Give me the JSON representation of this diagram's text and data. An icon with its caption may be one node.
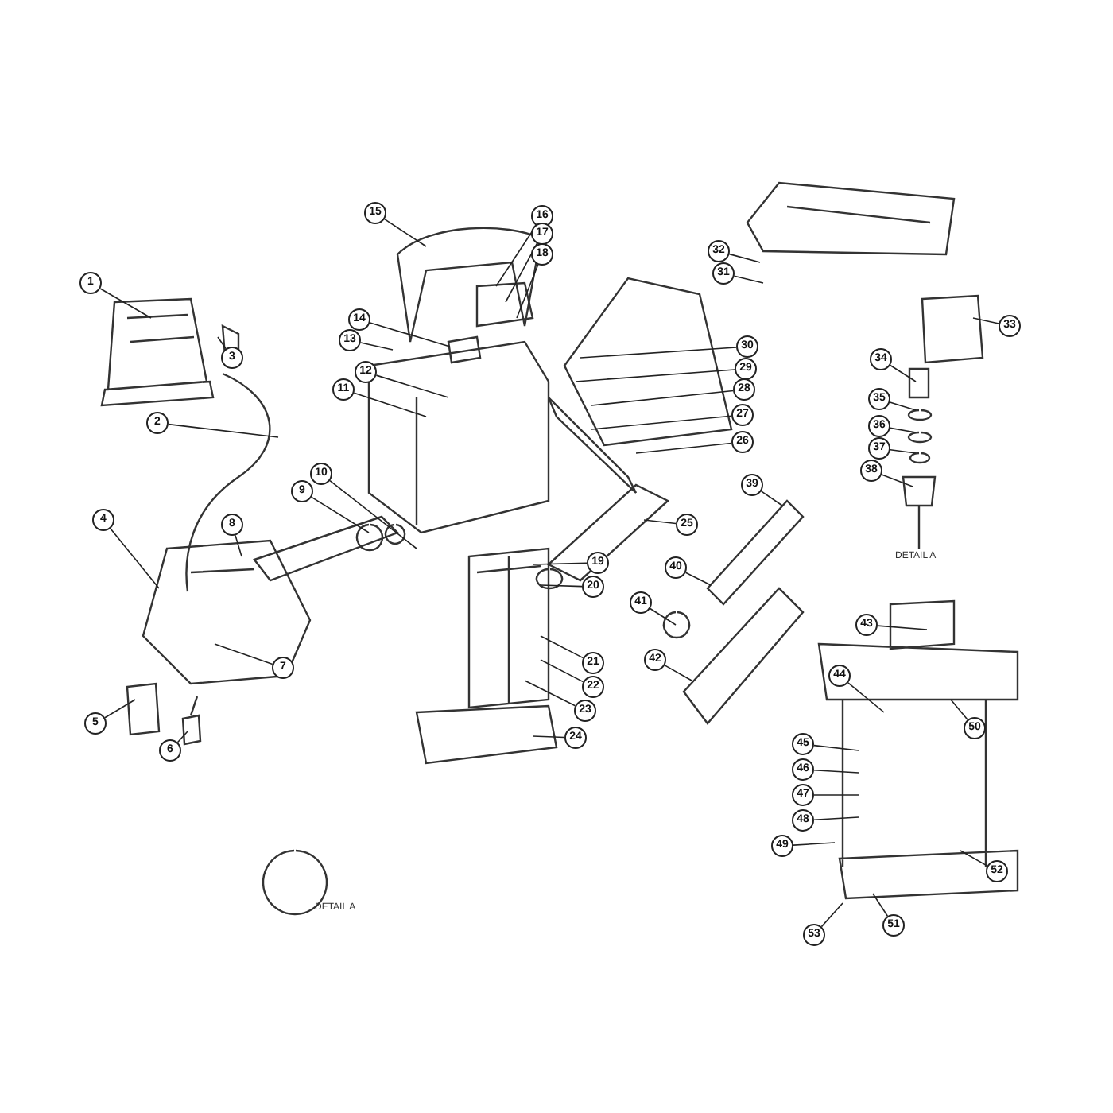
{
  "diagram": {
    "nodes": [
      {
        "text": [
          "1"
        ]
      },
      {
        "text": [
          "2"
        ]
      },
      {
        "text": [
          "3"
        ]
      },
      {
        "text": [
          "4"
        ]
      },
      {
        "text": [
          "5"
        ]
      },
      {
        "text": [
          "6"
        ]
      },
      {
        "text": [
          "7"
        ]
      },
      {
        "text": [
          "8"
        ]
      },
      {
        "text": [
          "9"
        ]
      },
      {
        "text": [
          "10"
        ]
      },
      {
        "text": [
          "11"
        ]
      },
      {
        "text": [
          "12"
        ]
      },
      {
        "text": [
          "13"
        ]
      },
      {
        "text": [
          "14"
        ]
      },
      {
        "text": [
          "15"
        ]
      },
      {
        "text": [
          "16"
        ]
      },
      {
        "text": [
          "17"
        ]
      },
      {
        "text": [
          "18"
        ]
      },
      {
        "text": [
          "19"
        ]
      },
      {
        "text": [
          "20"
        ]
      },
      {
        "text": [
          "21"
        ]
      },
      {
        "text": [
          "22"
        ]
      },
      {
        "text": [
          "23"
        ]
      },
      {
        "text": [
          "24"
        ]
      },
      {
        "text": [
          "25"
        ]
      },
      {
        "text": [
          "26"
        ]
      },
      {
        "text": [
          "27"
        ]
      },
      {
        "text": [
          "28"
        ]
      },
      {
        "text": [
          "29"
        ]
      },
      {
        "text": [
          "30"
        ]
      },
      {
        "text": [
          "31"
        ]
      },
      {
        "text": [
          "32"
        ]
      },
      {
        "text": [
          "33"
        ]
      },
      {
        "text": [
          "34"
        ]
      },
      {
        "text": [
          "35"
        ]
      },
      {
        "text": [
          "36"
        ]
      },
      {
        "text": [
          "37"
        ]
      },
      {
        "text": [
          "38"
        ]
      },
      {
        "text": [
          "39"
        ]
      },
      {
        "text": [
          "40"
        ]
      },
      {
        "text": [
          "41"
        ]
      },
      {
        "text": [
          "42"
        ]
      },
      {
        "text": [
          "43"
        ]
      },
      {
        "text": [
          "44"
        ]
      },
      {
        "text": [
          "45"
        ]
      },
      {
        "text": [
          "46"
        ]
      },
      {
        "text": [
          "47"
        ]
      },
      {
        "text": [
          "48"
        ]
      },
      {
        "text": [
          "49"
        ]
      },
      {
        "text": [
          "50"
        ]
      },
      {
        "text": [
          "51"
        ]
      },
      {
        "text": [
          "52"
        ]
      },
      {
        "text": [
          "53"
        ]
      }
    ],
    "edges": [
      {
        "from": 0,
        "to": null,
        "arrow": "none"
      },
      {
        "from": 1,
        "to": null,
        "arrow": "none"
      },
      {
        "from": 2,
        "to": null,
        "arrow": "none"
      },
      {
        "from": 3,
        "to": null,
        "arrow": "none"
      },
      {
        "from": 4,
        "to": null,
        "arrow": "none"
      },
      {
        "from": 5,
        "to": null,
        "arrow": "none"
      },
      {
        "from": 6,
        "to": null,
        "arrow": "none"
      },
      {
        "from": 7,
        "to": null,
        "arrow": "none"
      },
      {
        "from": 8,
        "to": null,
        "arrow": "none"
      },
      {
        "from": 9,
        "to": null,
        "arrow": "none"
      },
      {
        "from": 10,
        "to": null,
        "arrow": "none"
      },
      {
        "from": 11,
        "to": null,
        "arrow": "none"
      },
      {
        "from": 12,
        "to": null,
        "arrow": "none"
      },
      {
        "from": 13,
        "to": null,
        "arrow": "none"
      },
      {
        "from": 14,
        "to": null,
        "arrow": "none"
      },
      {
        "from": 15,
        "to": null,
        "arrow": "none"
      },
      {
        "from": 16,
        "to": null,
        "arrow": "none"
      },
      {
        "from": 17,
        "to": null,
        "arrow": "none"
      },
      {
        "from": 18,
        "to": null,
        "arrow": "none"
      },
      {
        "from": 19,
        "to": null,
        "arrow": "none"
      },
      {
        "from": 20,
        "to": null,
        "arrow": "none"
      },
      {
        "from": 21,
        "to": null,
        "arrow": "none"
      },
      {
        "from": 22,
        "to": null,
        "arrow": "none"
      },
      {
        "from": 23,
        "to": null,
        "arrow": "none"
      },
      {
        "from": 24,
        "to": null,
        "arrow": "none"
      },
      {
        "from": 25,
        "to": null,
        "arrow": "none"
      },
      {
        "from": 26,
        "to": null,
        "arrow": "none"
      },
      {
        "from": 27,
        "to": null,
        "arrow": "none"
      },
      {
        "from": 28,
        "to": null,
        "arrow": "none"
      },
      {
        "from": 29,
        "to": null,
        "arrow": "none"
      },
      {
        "from": 30,
        "to": null,
        "arrow": "none"
      },
      {
        "from": 31,
        "to": null,
        "arrow": "none"
      },
      {
        "from": 32,
        "to": null,
        "arrow": "none"
      },
      {
        "from": 33,
        "to": null,
        "arrow": "none"
      },
      {
        "from": 34,
        "to": null,
        "arrow": "none"
      },
      {
        "from": 35,
        "to": null,
        "arrow": "none"
      },
      {
        "from": 36,
        "to": null,
        "arrow": "none"
      },
      {
        "from": 37,
        "to": null,
        "arrow": "none"
      },
      {
        "from": 38,
        "to": null,
        "arrow": "none"
      },
      {
        "from": 39,
        "to": null,
        "arrow": "none"
      },
      {
        "from": 40,
        "to": null,
        "arrow": "none"
      },
      {
        "from": 41,
        "to": null,
        "arrow": "none"
      },
      {
        "from": 42,
        "to": null,
        "arrow": "none"
      },
      {
        "from": 43,
        "to": null,
        "arrow": "none"
      },
      {
        "from": 44,
        "to": null,
        "arrow": "none"
      },
      {
        "from": 45,
        "to": null,
        "arrow": "none"
      },
      {
        "from": 46,
        "to": null,
        "arrow": "none"
      },
      {
        "from": 47,
        "to": null,
        "arrow": "none"
      },
      {
        "from": 48,
        "to": null,
        "arrow": "none"
      },
      {
        "from": 49,
        "to": null,
        "arrow": "none"
      },
      {
        "from": 50,
        "to": null,
        "arrow": "none"
      },
      {
        "from": 51,
        "to": null,
        "arrow": "none"
      },
      {
        "from": 52,
        "to": null,
        "arrow": "none"
      }
    ],
    "labels": [
      "DETAIL A",
      "DETAIL A"
    ]
  }
}
